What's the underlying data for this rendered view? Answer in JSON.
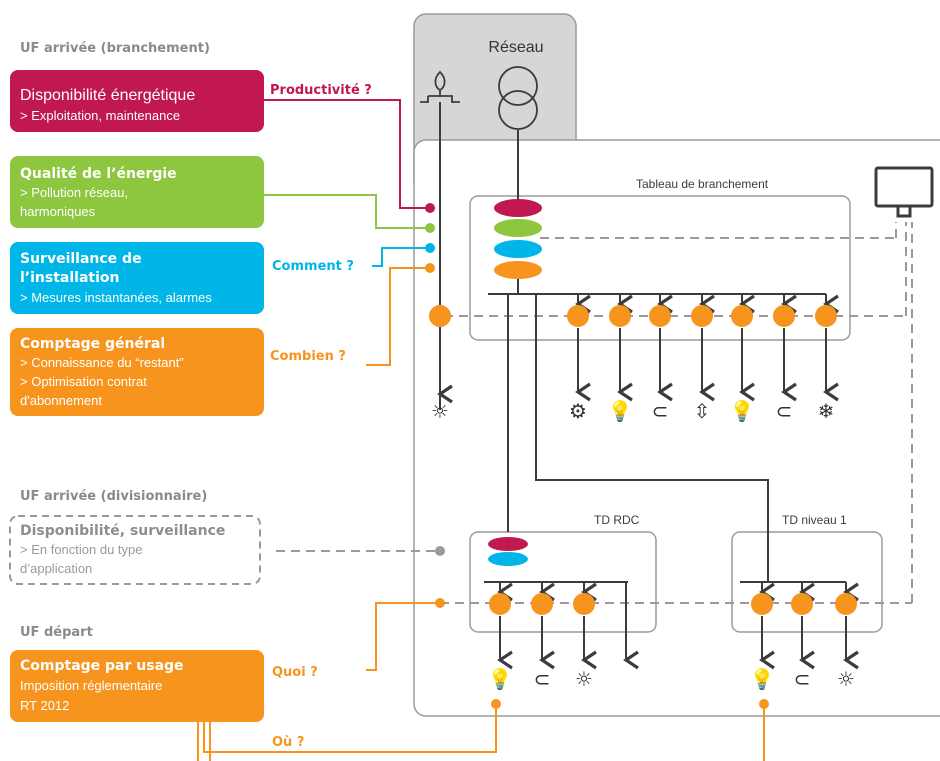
{
  "headers": {
    "arrivee_branchement": "UF arrivée (branchement)",
    "arrivee_divisionnaire": "UF arrivée (divisionnaire)",
    "depart": "UF départ"
  },
  "boxes": {
    "disponibilite": {
      "title": "Disponibilité énergétique",
      "sub1": "> Exploitation, maintenance",
      "color": "#c1184f"
    },
    "qualite": {
      "title": "Qualité de l’énergie",
      "sub1": "> Pollution réseau,",
      "sub2": "harmoniques",
      "color": "#8dc63f"
    },
    "surveillance": {
      "title1": "Surveillance de",
      "title2": "l’installation",
      "sub1": "> Mesures instantanées, alarmes",
      "color": "#00b5e7"
    },
    "comptage_general": {
      "title": "Comptage général",
      "sub1": "> Connaissance du “restant”",
      "sub2": "> Optimisation contrat",
      "sub3": "d'abonnement",
      "color": "#f7941d"
    },
    "divisionnaire": {
      "title": "Disponibilité, surveillance",
      "sub1": "> En fonction du type",
      "sub2": "d’application"
    },
    "comptage_usage": {
      "title": "Comptage par usage",
      "sub1": "Imposition réglementaire",
      "sub2": "RT 2012",
      "color": "#f7941d"
    }
  },
  "questions": {
    "productivite": "Productivité ?",
    "comment": "Comment ?",
    "combien": "Combien ?",
    "quoi": "Quoi ?",
    "ou": "Où ?"
  },
  "panels": {
    "reseau": "Réseau",
    "tableau": "Tableau de branchement",
    "td_rdc": "TD RDC",
    "td_niveau": "TD niveau 1"
  },
  "icons": {
    "gear": "gear-icon",
    "bulb": "bulb-icon",
    "plug": "plug-icon",
    "elevator": "elevator-icon",
    "snowflake": "snowflake-icon",
    "sun": "burst-icon",
    "monitor": "monitor-icon",
    "transformer": "transformer-icon",
    "gas": "gas-burner-icon"
  },
  "colors": {
    "red": "#c1184f",
    "green": "#8dc63f",
    "blue": "#00b5e7",
    "orange": "#f7941d",
    "grey": "#9a9a9a",
    "dark": "#3c3c3c"
  }
}
